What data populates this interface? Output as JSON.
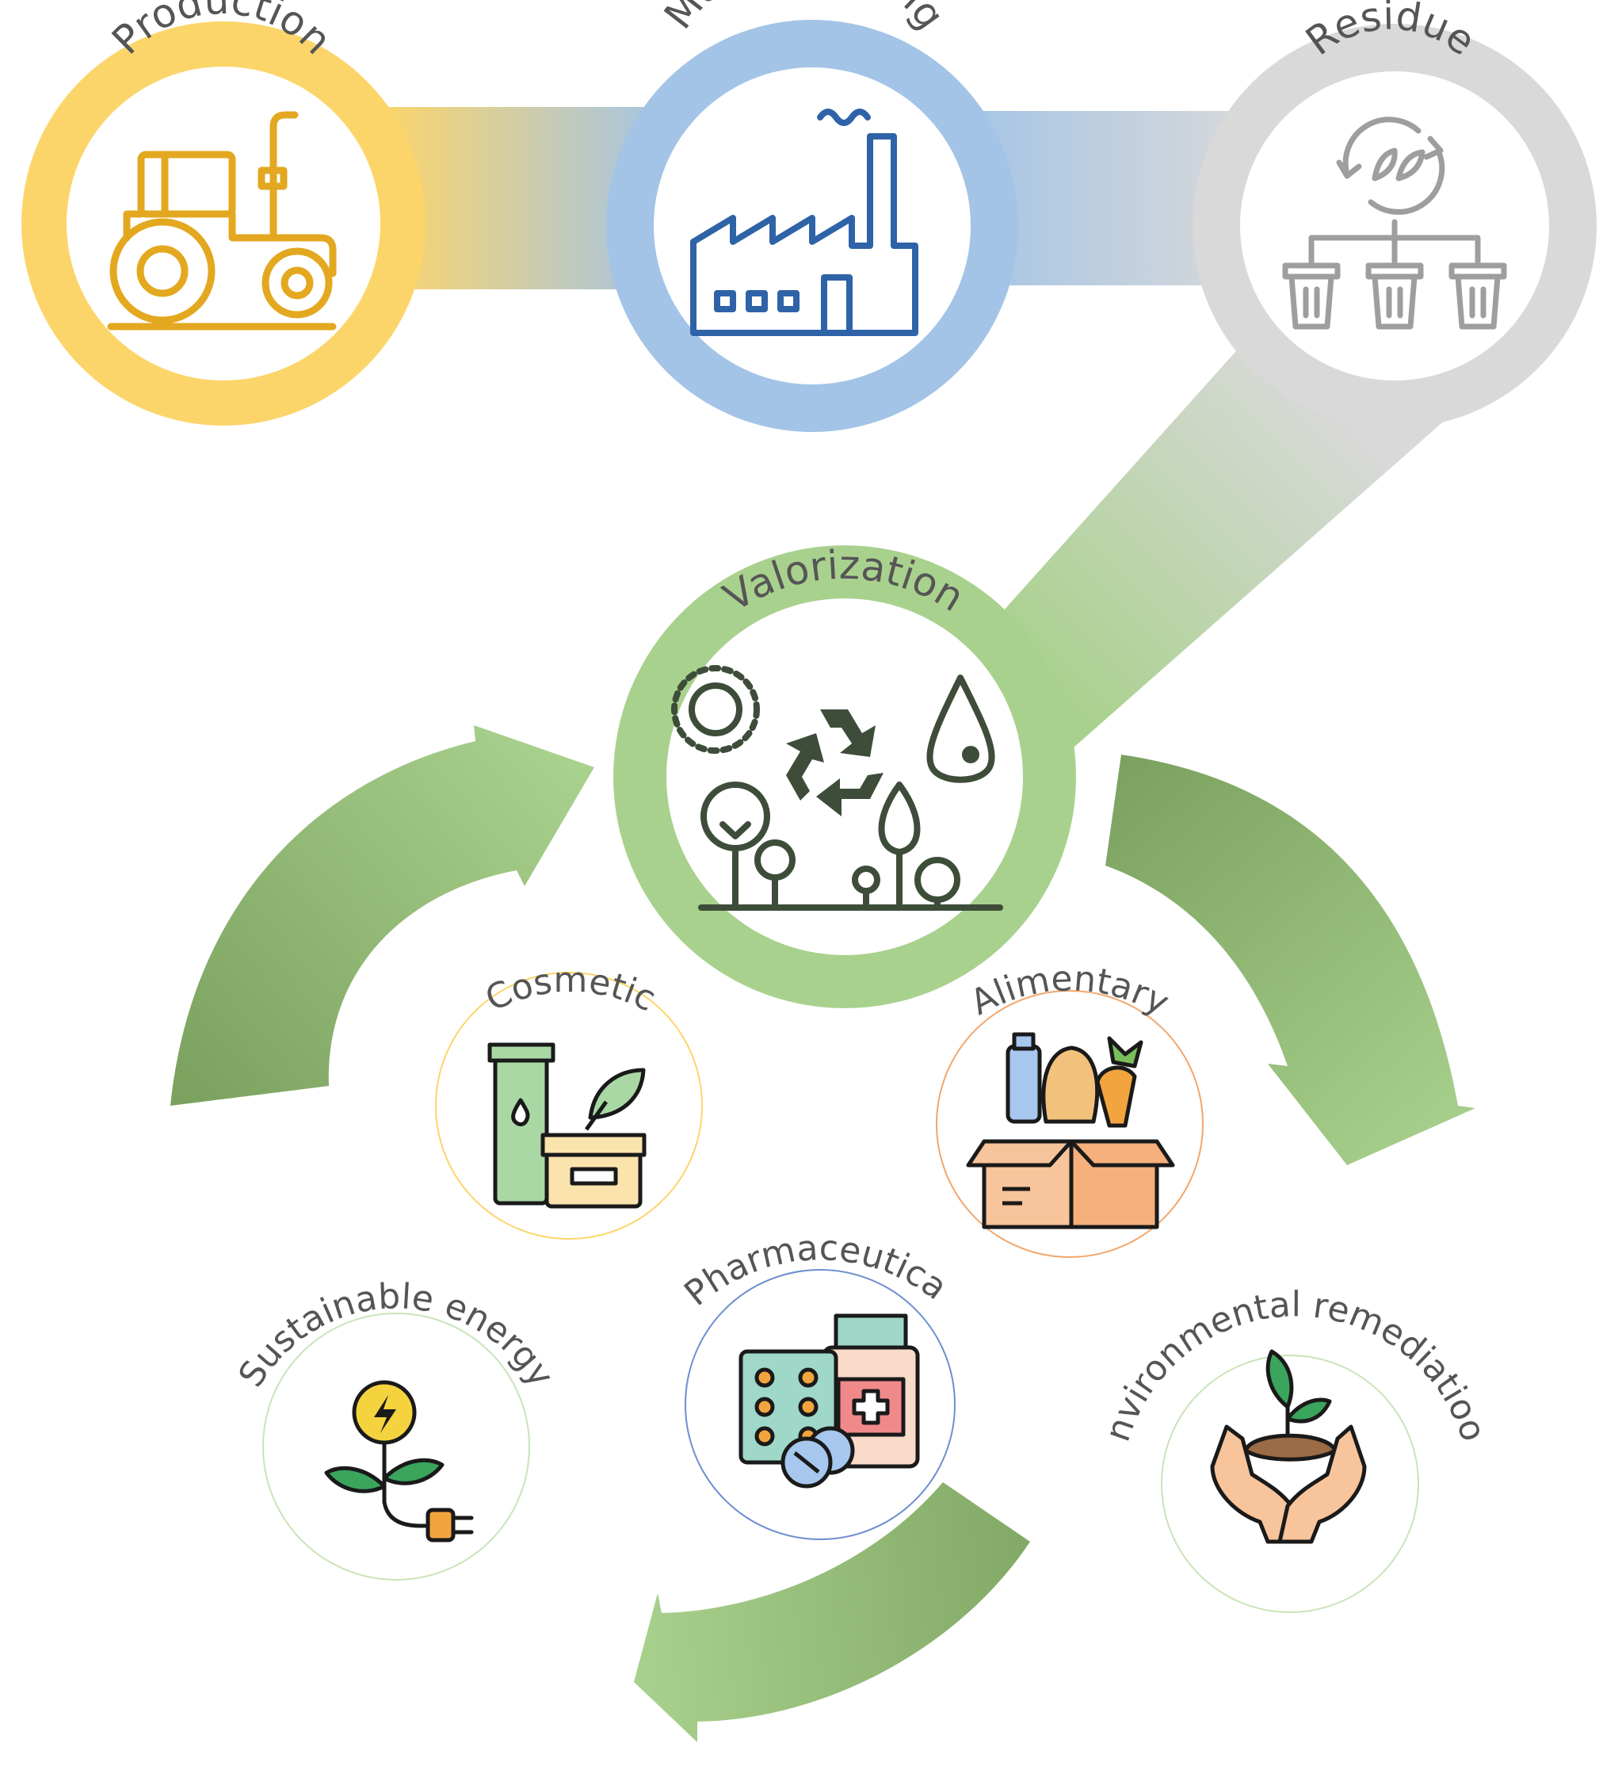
{
  "stages": {
    "production": "Production",
    "manufacturing": "Manufacturing",
    "residue": "Residue",
    "valorization": "Valorization"
  },
  "applications": {
    "cosmetic": "Cosmetic",
    "alimentary": "Alimentary",
    "pharmaceutical": "Pharmaceutical",
    "sustainable_energy": "Sustainable energy",
    "environmental_remediation": "Environmental remediatioon"
  },
  "colors": {
    "production": "#FCD56A",
    "production_icon": "#E3A820",
    "manufacturing": "#A3C4E6",
    "manufacturing_icon": "#2F63A8",
    "residue": "#D9D9D9",
    "residue_icon": "#9E9E9E",
    "valorization": "#A9D18E",
    "valorization_dark": "#7BA25E",
    "valorization_icon": "#3E4D3A"
  }
}
